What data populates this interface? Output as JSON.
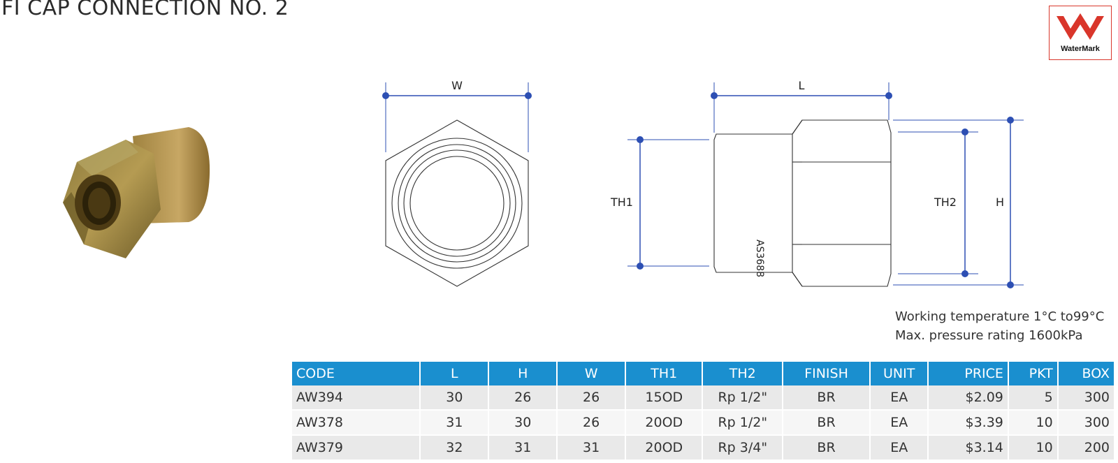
{
  "page": {
    "title": "FI CAP CONNECTION NO. 2"
  },
  "logo": {
    "text": "WaterMark",
    "color": "#d9362b"
  },
  "drawing": {
    "labels": {
      "w": "W",
      "l": "L",
      "th1": "TH1",
      "th2": "TH2",
      "h": "H",
      "marking": "AS3688"
    },
    "dimension_color": "#2d4fb3"
  },
  "notes": {
    "line1": "Working temperature 1°C to99°C",
    "line2": "Max. pressure rating 1600kPa"
  },
  "table": {
    "header_color": "#1a8fcf",
    "headers": [
      "CODE",
      "L",
      "H",
      "W",
      "TH1",
      "TH2",
      "FINISH",
      "UNIT",
      "PRICE",
      "PKT",
      "BOX"
    ],
    "rows": [
      [
        "AW394",
        "30",
        "26",
        "26",
        "15OD",
        "Rp 1/2\"",
        "BR",
        "EA",
        "$2.09",
        "5",
        "300"
      ],
      [
        "AW378",
        "31",
        "30",
        "26",
        "20OD",
        "Rp 1/2\"",
        "BR",
        "EA",
        "$3.39",
        "10",
        "300"
      ],
      [
        "AW379",
        "32",
        "31",
        "31",
        "20OD",
        "Rp 3/4\"",
        "BR",
        "EA",
        "$3.14",
        "10",
        "200"
      ]
    ]
  }
}
